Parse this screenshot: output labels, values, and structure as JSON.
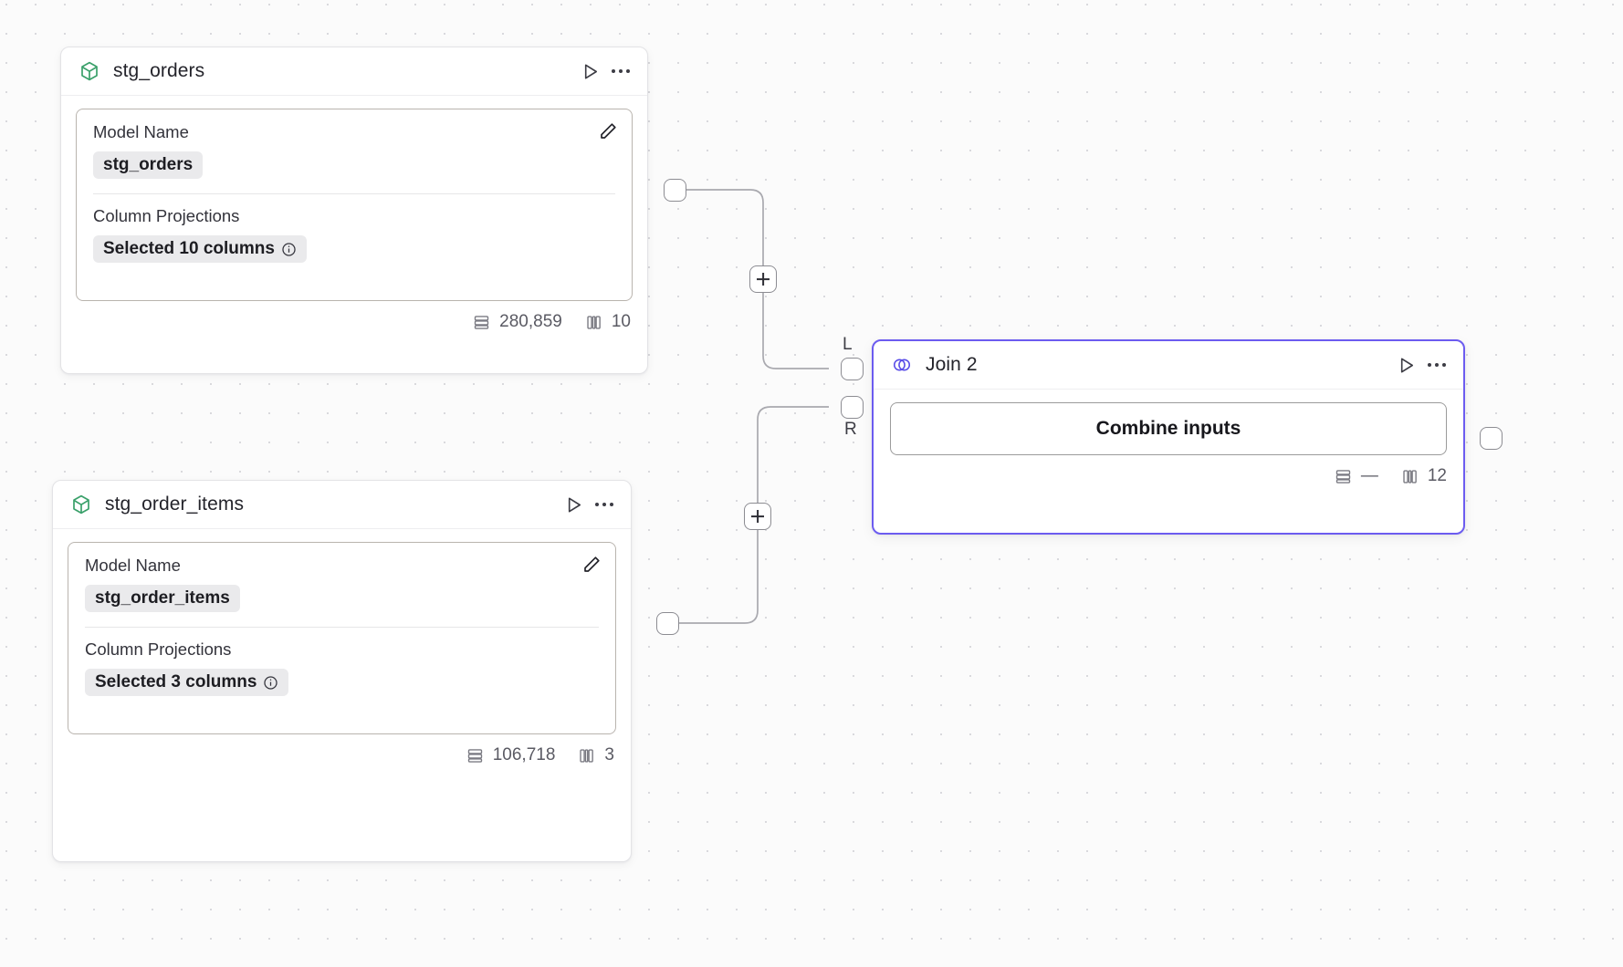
{
  "canvas": {
    "background": "#fbfbfb",
    "grid_dot_color": "#d9d9dd",
    "accent": "#6c5cf0"
  },
  "nodes": [
    {
      "id": "stg_orders",
      "type": "model",
      "icon": "cube-icon",
      "title": "stg_orders",
      "fields": {
        "model_name_label": "Model Name",
        "model_name_value": "stg_orders",
        "column_projections_label": "Column Projections",
        "column_projections_value": "Selected 10 columns"
      },
      "footer": {
        "rows": "280,859",
        "columns": "10"
      }
    },
    {
      "id": "stg_order_items",
      "type": "model",
      "icon": "cube-icon",
      "title": "stg_order_items",
      "fields": {
        "model_name_label": "Model Name",
        "model_name_value": "stg_order_items",
        "column_projections_label": "Column Projections",
        "column_projections_value": "Selected 3 columns"
      },
      "footer": {
        "rows": "106,718",
        "columns": "3"
      }
    },
    {
      "id": "join_2",
      "type": "join",
      "icon": "venn-join-icon",
      "title": "Join 2",
      "selected": true,
      "button_label": "Combine inputs",
      "input_labels": {
        "left": "L",
        "right": "R"
      },
      "footer": {
        "rows": "—",
        "columns": "12"
      }
    }
  ],
  "edges": [
    {
      "from": "stg_orders",
      "to": "join_2",
      "target_port": "L",
      "add_label": "+"
    },
    {
      "from": "stg_order_items",
      "to": "join_2",
      "target_port": "R",
      "add_label": "+"
    }
  ]
}
